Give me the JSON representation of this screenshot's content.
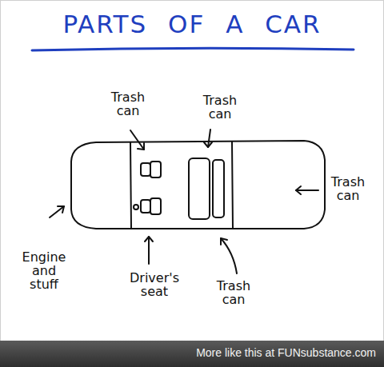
{
  "diagram": {
    "title": "PARTS OF A CAR",
    "labels": [
      "Trash can",
      "Trash can",
      "Trash can",
      "Engine and stuff",
      "Driver's seat",
      "Trash can",
      "More like this at FUNsubstance.com"
    ]
  }
}
